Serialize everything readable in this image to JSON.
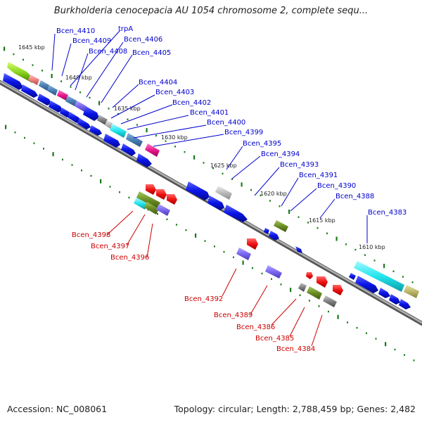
{
  "title": "Burkholderia cenocepacia AU 1054 chromosome 2, complete sequ...",
  "accession": "Accession: NC_008061",
  "summary": "Topology: circular; Length: 2,788,459 bp; Genes: 2,482",
  "kbp_marks": [
    "1645 kbp",
    "1640 kbp",
    "1635 kbp",
    "1630 kbp",
    "1625 kbp",
    "1620 kbp",
    "1615 kbp",
    "1610 kbp"
  ],
  "forward_genes": [
    "Bcen_4410",
    "Bcen_4409",
    "trpA",
    "Bcen_4408",
    "Bcen_4406",
    "Bcen_4405",
    "Bcen_4404",
    "Bcen_4403",
    "Bcen_4402",
    "Bcen_4401",
    "Bcen_4400",
    "Bcen_4399",
    "Bcen_4395",
    "Bcen_4394",
    "Bcen_4393",
    "Bcen_4391",
    "Bcen_4390",
    "Bcen_4388",
    "Bcen_4383"
  ],
  "reverse_genes": [
    "Bcen_4398",
    "Bcen_4397",
    "Bcen_4396",
    "Bcen_4392",
    "Bcen_4389",
    "Bcen_4386",
    "Bcen_4385",
    "Bcen_4384"
  ],
  "colors": {
    "forward_label": "#0000cc",
    "reverse_label": "#cc0000",
    "backbone": "#8a8a8a",
    "tick": "#1a7a1a",
    "arrow_blue": "#0a14e6",
    "arrow_red": "#ee1111",
    "arrow_purple": "#7b68ee",
    "arrow_steel": "#4a7fb5",
    "arrow_cyan": "#22e5ee",
    "arrow_pink": "#e6198c",
    "arrow_olive": "#6b8e23",
    "arrow_grey": "#808080",
    "arrow_khaki": "#bdb76b"
  }
}
